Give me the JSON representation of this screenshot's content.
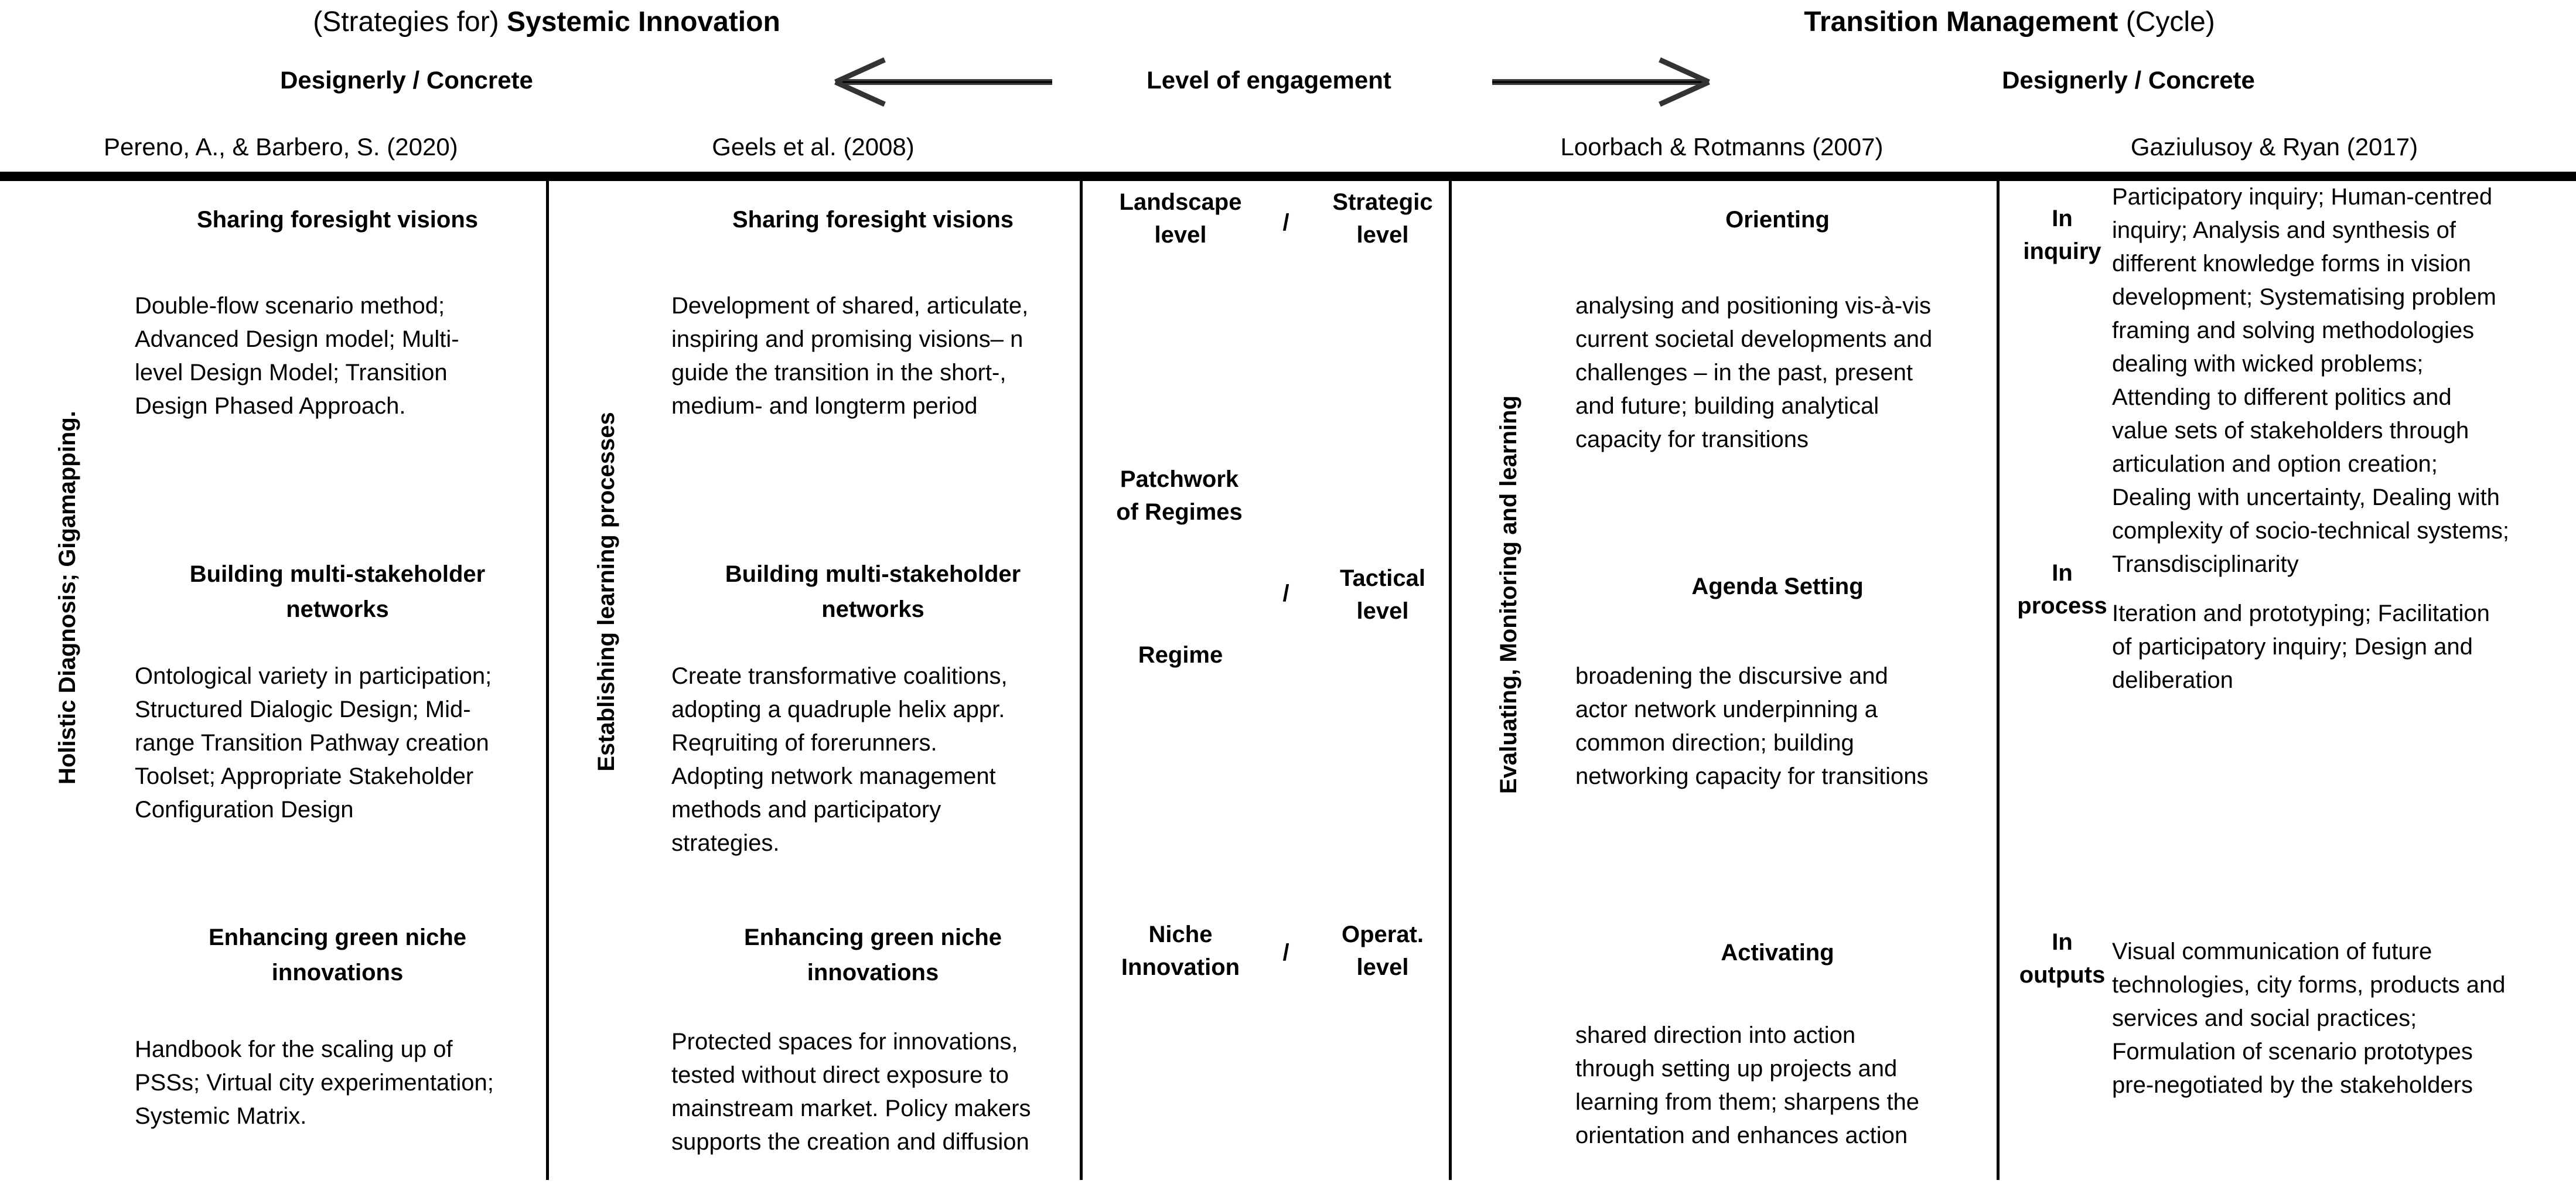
{
  "header": {
    "left_title_prefix": "(Strategies for) ",
    "left_title_bold": "Systemic Innovation",
    "right_title_bold": "Transition Management",
    "right_title_suffix": " (Cycle)",
    "left_subtitle": "Designerly / Concrete",
    "center_label": "Level of engagement",
    "right_subtitle": "Designerly / Concrete",
    "citations": {
      "pereno": "Pereno, A., & Barbero, S. (2020)",
      "geels": "Geels et al. (2008)",
      "loorbach": "Loorbach & Rotmanns (2007)",
      "gaziulusoy": "Gaziulusoy & Ryan (2017)"
    }
  },
  "columns": {
    "pereno": {
      "side_label": "Holistic Diagnosis; Gigamapping.",
      "sections": [
        {
          "heading": "Sharing foresight visions",
          "body": "Double-flow scenario method;\nAdvanced Design model; Multi-\nlevel Design Model; Transition\nDesign Phased Approach."
        },
        {
          "heading": "Building multi-stakeholder\nnetworks",
          "body": "Ontological variety in participation;\nStructured Dialogic Design; Mid-\nrange Transition Pathway creation\nToolset; Appropriate Stakeholder\nConfiguration Design"
        },
        {
          "heading": "Enhancing green niche\ninnovations",
          "body": "Handbook for the scaling up of\nPSSs; Virtual city experimentation;\nSystemic Matrix."
        }
      ]
    },
    "geels": {
      "side_label": "Establishing learning processes",
      "sections": [
        {
          "heading": "Sharing foresight visions",
          "body": "Development of shared, articulate,\ninspiring and promising visions– n\nguide the transition in the short-,\nmedium- and longterm period"
        },
        {
          "heading": "Building multi-stakeholder\nnetworks",
          "body": "Create transformative coalitions,\nadopting a quadruple helix appr.\nReqruiting of forerunners.\nAdopting network management\nmethods and participatory\nstrategies."
        },
        {
          "heading": "Enhancing green niche\ninnovations",
          "body": "Protected spaces for innovations,\ntested without direct exposure to\nmainstream market. Policy makers\nsupports the creation and diffusion"
        }
      ]
    },
    "levels": {
      "slash": "/",
      "landscape": "Landscape\nlevel",
      "strategic": "Strategic\nlevel",
      "patchwork": "Patchwork\nof Regimes",
      "tactical": "Tactical\nlevel",
      "regime": "Regime",
      "niche": "Niche\nInnovation",
      "operational": "Operat.\nlevel"
    },
    "loorbach": {
      "side_label": "Evaluating, Monitoring and learning",
      "sections": [
        {
          "heading": "Orienting",
          "body": "analysing and positioning vis-à-vis\ncurrent societal developments and\nchallenges – in the past, present\nand future; building analytical\ncapacity for transitions"
        },
        {
          "heading": "Agenda Setting",
          "body": "broadening the discursive and\nactor network underpinning a\ncommon direction; building\nnetworking capacity for transitions"
        },
        {
          "heading": "Activating",
          "body": "shared direction into action\nthrough setting up projects and\nlearning from them; sharpens the\norientation and enhances action"
        }
      ]
    },
    "gaziulusoy": {
      "groups": [
        {
          "label": "In\ninquiry",
          "body": "Participatory inquiry; Human-centred\ninquiry; Analysis and synthesis of\ndifferent knowledge forms in vision\ndevelopment; Systematising problem\nframing and solving methodologies\ndealing with wicked problems;\nAttending to different politics and\nvalue sets of stakeholders through\narticulation and option creation;\nDealing with uncertainty, Dealing with\ncomplexity of socio-technical systems;\nTransdisciplinarity"
        },
        {
          "label": "In\nprocess",
          "body": "Iteration and prototyping; Facilitation\nof participatory inquiry; Design and\ndeliberation"
        },
        {
          "label": "In\noutputs",
          "body": "Visual communication of future\ntechnologies, city forms, products and\nservices and social practices;\nFormulation of scenario prototypes\npre-negotiated by the stakeholders"
        }
      ]
    }
  },
  "colors": {
    "text": "#000000",
    "rule": "#000000",
    "arrow": "#3c3c3c"
  }
}
